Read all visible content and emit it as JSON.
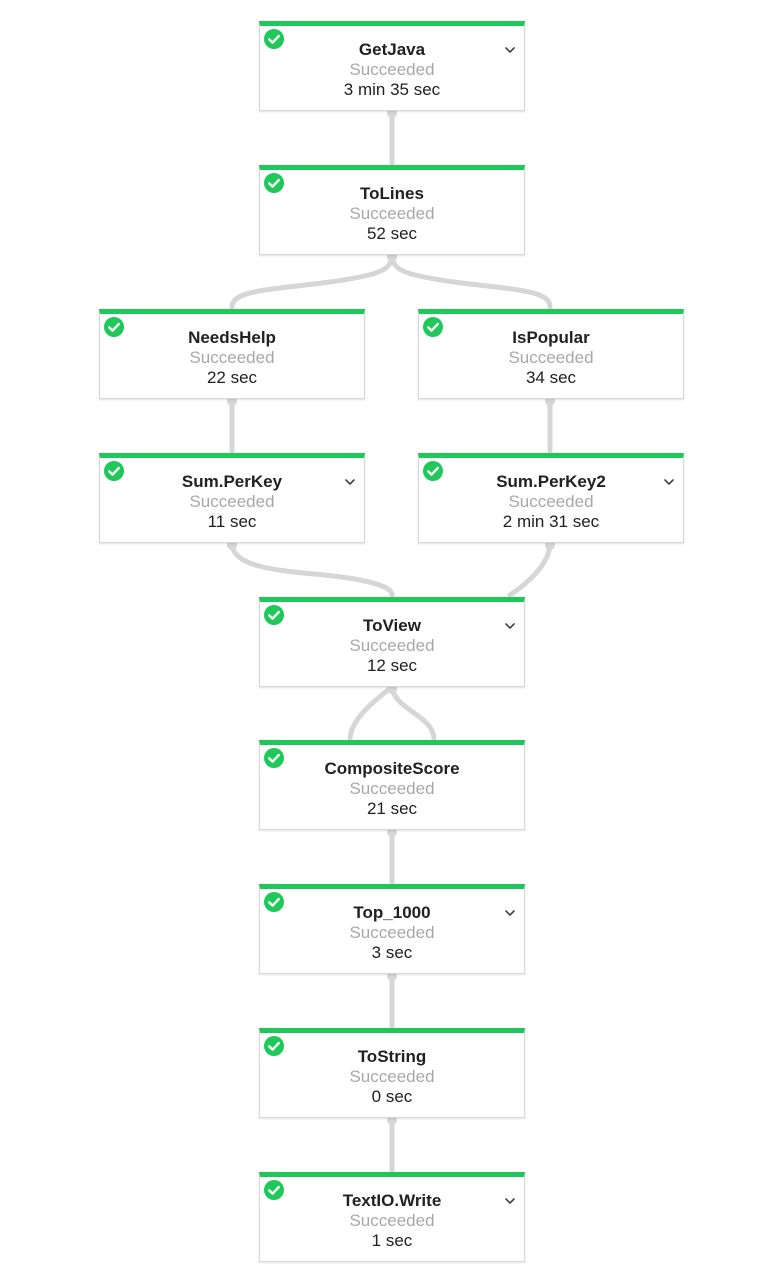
{
  "nodes": [
    {
      "id": "getjava",
      "name": "GetJava",
      "status": "Succeeded",
      "duration": "3 min 35 sec",
      "expandable": true
    },
    {
      "id": "tolines",
      "name": "ToLines",
      "status": "Succeeded",
      "duration": "52 sec",
      "expandable": false
    },
    {
      "id": "needshelp",
      "name": "NeedsHelp",
      "status": "Succeeded",
      "duration": "22 sec",
      "expandable": false
    },
    {
      "id": "ispopular",
      "name": "IsPopular",
      "status": "Succeeded",
      "duration": "34 sec",
      "expandable": false
    },
    {
      "id": "sumperkey",
      "name": "Sum.PerKey",
      "status": "Succeeded",
      "duration": "11 sec",
      "expandable": true
    },
    {
      "id": "sumperkey2",
      "name": "Sum.PerKey2",
      "status": "Succeeded",
      "duration": "2 min 31 sec",
      "expandable": true
    },
    {
      "id": "toview",
      "name": "ToView",
      "status": "Succeeded",
      "duration": "12 sec",
      "expandable": true
    },
    {
      "id": "compositescore",
      "name": "CompositeScore",
      "status": "Succeeded",
      "duration": "21 sec",
      "expandable": false
    },
    {
      "id": "top1000",
      "name": "Top_1000",
      "status": "Succeeded",
      "duration": "3 sec",
      "expandable": true
    },
    {
      "id": "tostring",
      "name": "ToString",
      "status": "Succeeded",
      "duration": "0 sec",
      "expandable": false
    },
    {
      "id": "textiowrite",
      "name": "TextIO.Write",
      "status": "Succeeded",
      "duration": "1 sec",
      "expandable": true
    }
  ],
  "edges": [
    {
      "from": "getjava",
      "to": "tolines"
    },
    {
      "from": "tolines",
      "to": "needshelp"
    },
    {
      "from": "tolines",
      "to": "ispopular"
    },
    {
      "from": "needshelp",
      "to": "sumperkey"
    },
    {
      "from": "ispopular",
      "to": "sumperkey2"
    },
    {
      "from": "sumperkey",
      "to": "toview"
    },
    {
      "from": "sumperkey2",
      "to": "toview"
    },
    {
      "from": "toview",
      "to": "compositescore"
    },
    {
      "from": "toview",
      "to": "compositescore"
    },
    {
      "from": "compositescore",
      "to": "top1000"
    },
    {
      "from": "top1000",
      "to": "tostring"
    },
    {
      "from": "tostring",
      "to": "textiowrite"
    }
  ],
  "colors": {
    "status_bar": "#1ec95a",
    "check_icon": "#1ec95a",
    "edge": "#d6d6d6",
    "status_text": "#a8a8a8"
  },
  "icons": {
    "status": "check-circle-icon",
    "expand": "chevron-down-icon"
  }
}
